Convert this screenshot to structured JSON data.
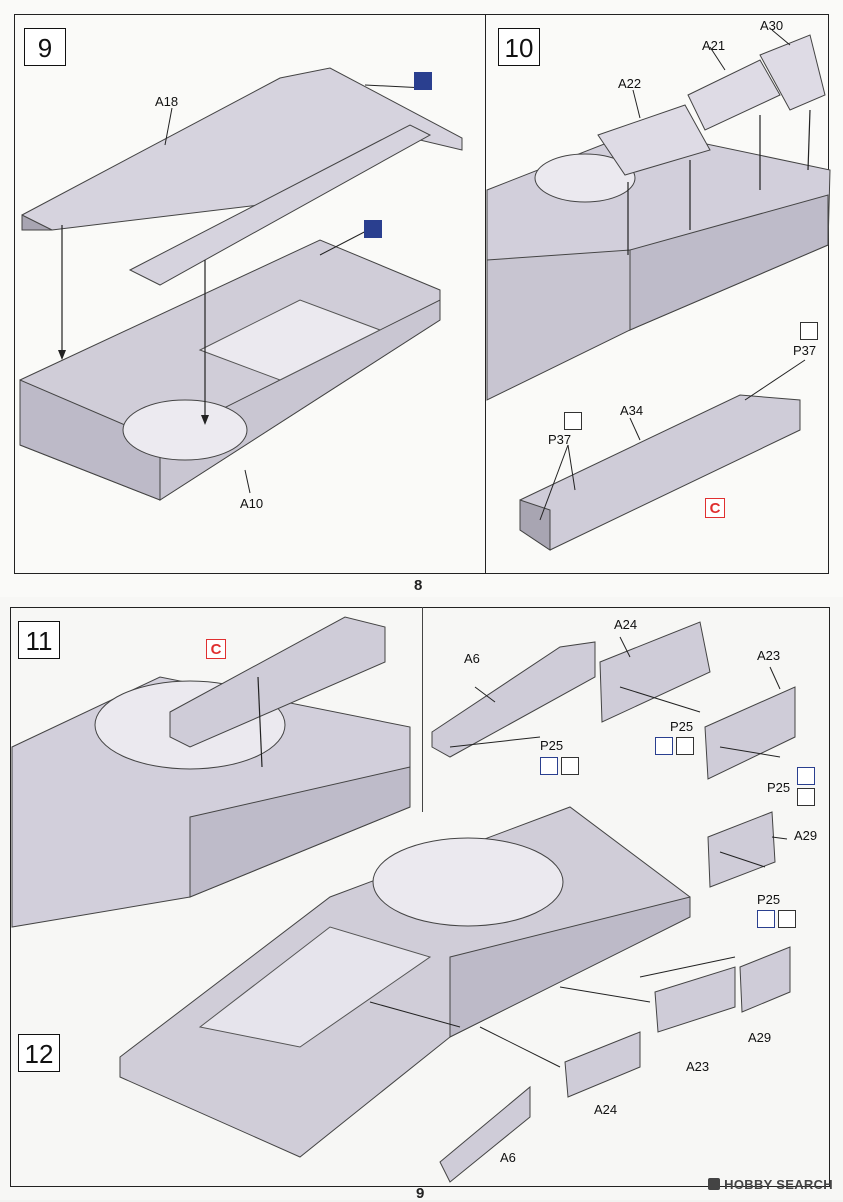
{
  "pages": {
    "top_number": "8",
    "bottom_number": "9"
  },
  "steps": {
    "s9": {
      "number": "9",
      "parts": {
        "a18": "A18",
        "a10": "A10"
      }
    },
    "s10": {
      "number": "10",
      "parts": {
        "a30": "A30",
        "a21": "A21",
        "a22": "A22",
        "p37_right": "P37",
        "a34": "A34",
        "p37_left": "P37"
      },
      "subassembly": "C"
    },
    "s11": {
      "number": "11",
      "subassembly": "C"
    },
    "s12": {
      "number": "12",
      "parts": {
        "a6_top": "A6",
        "a24_top": "A24",
        "a23_top": "A23",
        "p25_a": "P25",
        "p25_b": "P25",
        "p25_c": "P25",
        "p25_d": "P25",
        "a29_top": "A29",
        "a29_bottom": "A29",
        "a23_bottom": "A23",
        "a24_bottom": "A24",
        "a6_bottom": "A6"
      }
    }
  },
  "watermark": "HOBBY SEARCH",
  "colors": {
    "part_fill": "#c9c6d2",
    "part_light": "#dedbe5",
    "part_dark": "#a8a5b2",
    "red_tag": "#e03030",
    "glue_blue": "#2a3f8f"
  },
  "icons": {
    "glue": "glue-icon",
    "fold": "fold-icon"
  }
}
